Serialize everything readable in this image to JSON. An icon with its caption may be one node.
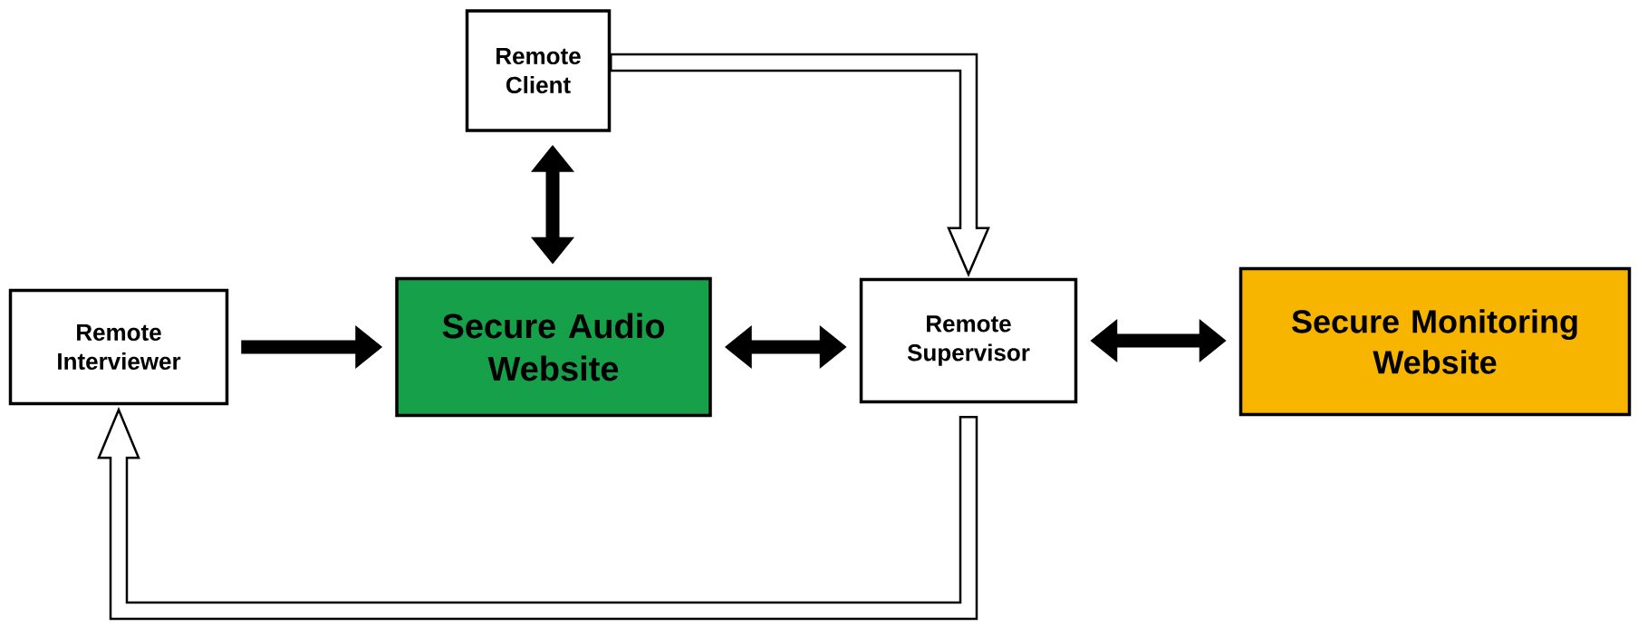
{
  "diagram": {
    "nodes": [
      {
        "text": [
          "Remote Client"
        ]
      },
      {
        "text": [
          "Remote Interviewer"
        ]
      },
      {
        "text": [
          "Secure Audio Website"
        ]
      },
      {
        "text": [
          "Remote Supervisor"
        ]
      },
      {
        "text": [
          "Secure Monitoring Website"
        ]
      }
    ],
    "edges": [
      {
        "from": 0,
        "to": 2,
        "arrow": "both"
      },
      {
        "from": 1,
        "to": 2,
        "arrow": "to"
      },
      {
        "from": 2,
        "to": 3,
        "arrow": "both"
      },
      {
        "from": 3,
        "to": 4,
        "arrow": "both"
      },
      {
        "from": 0,
        "to": 3,
        "arrow": "to",
        "color": "#ffffff"
      },
      {
        "from": 3,
        "to": 1,
        "arrow": "to",
        "color": "#ffffff"
      }
    ]
  }
}
